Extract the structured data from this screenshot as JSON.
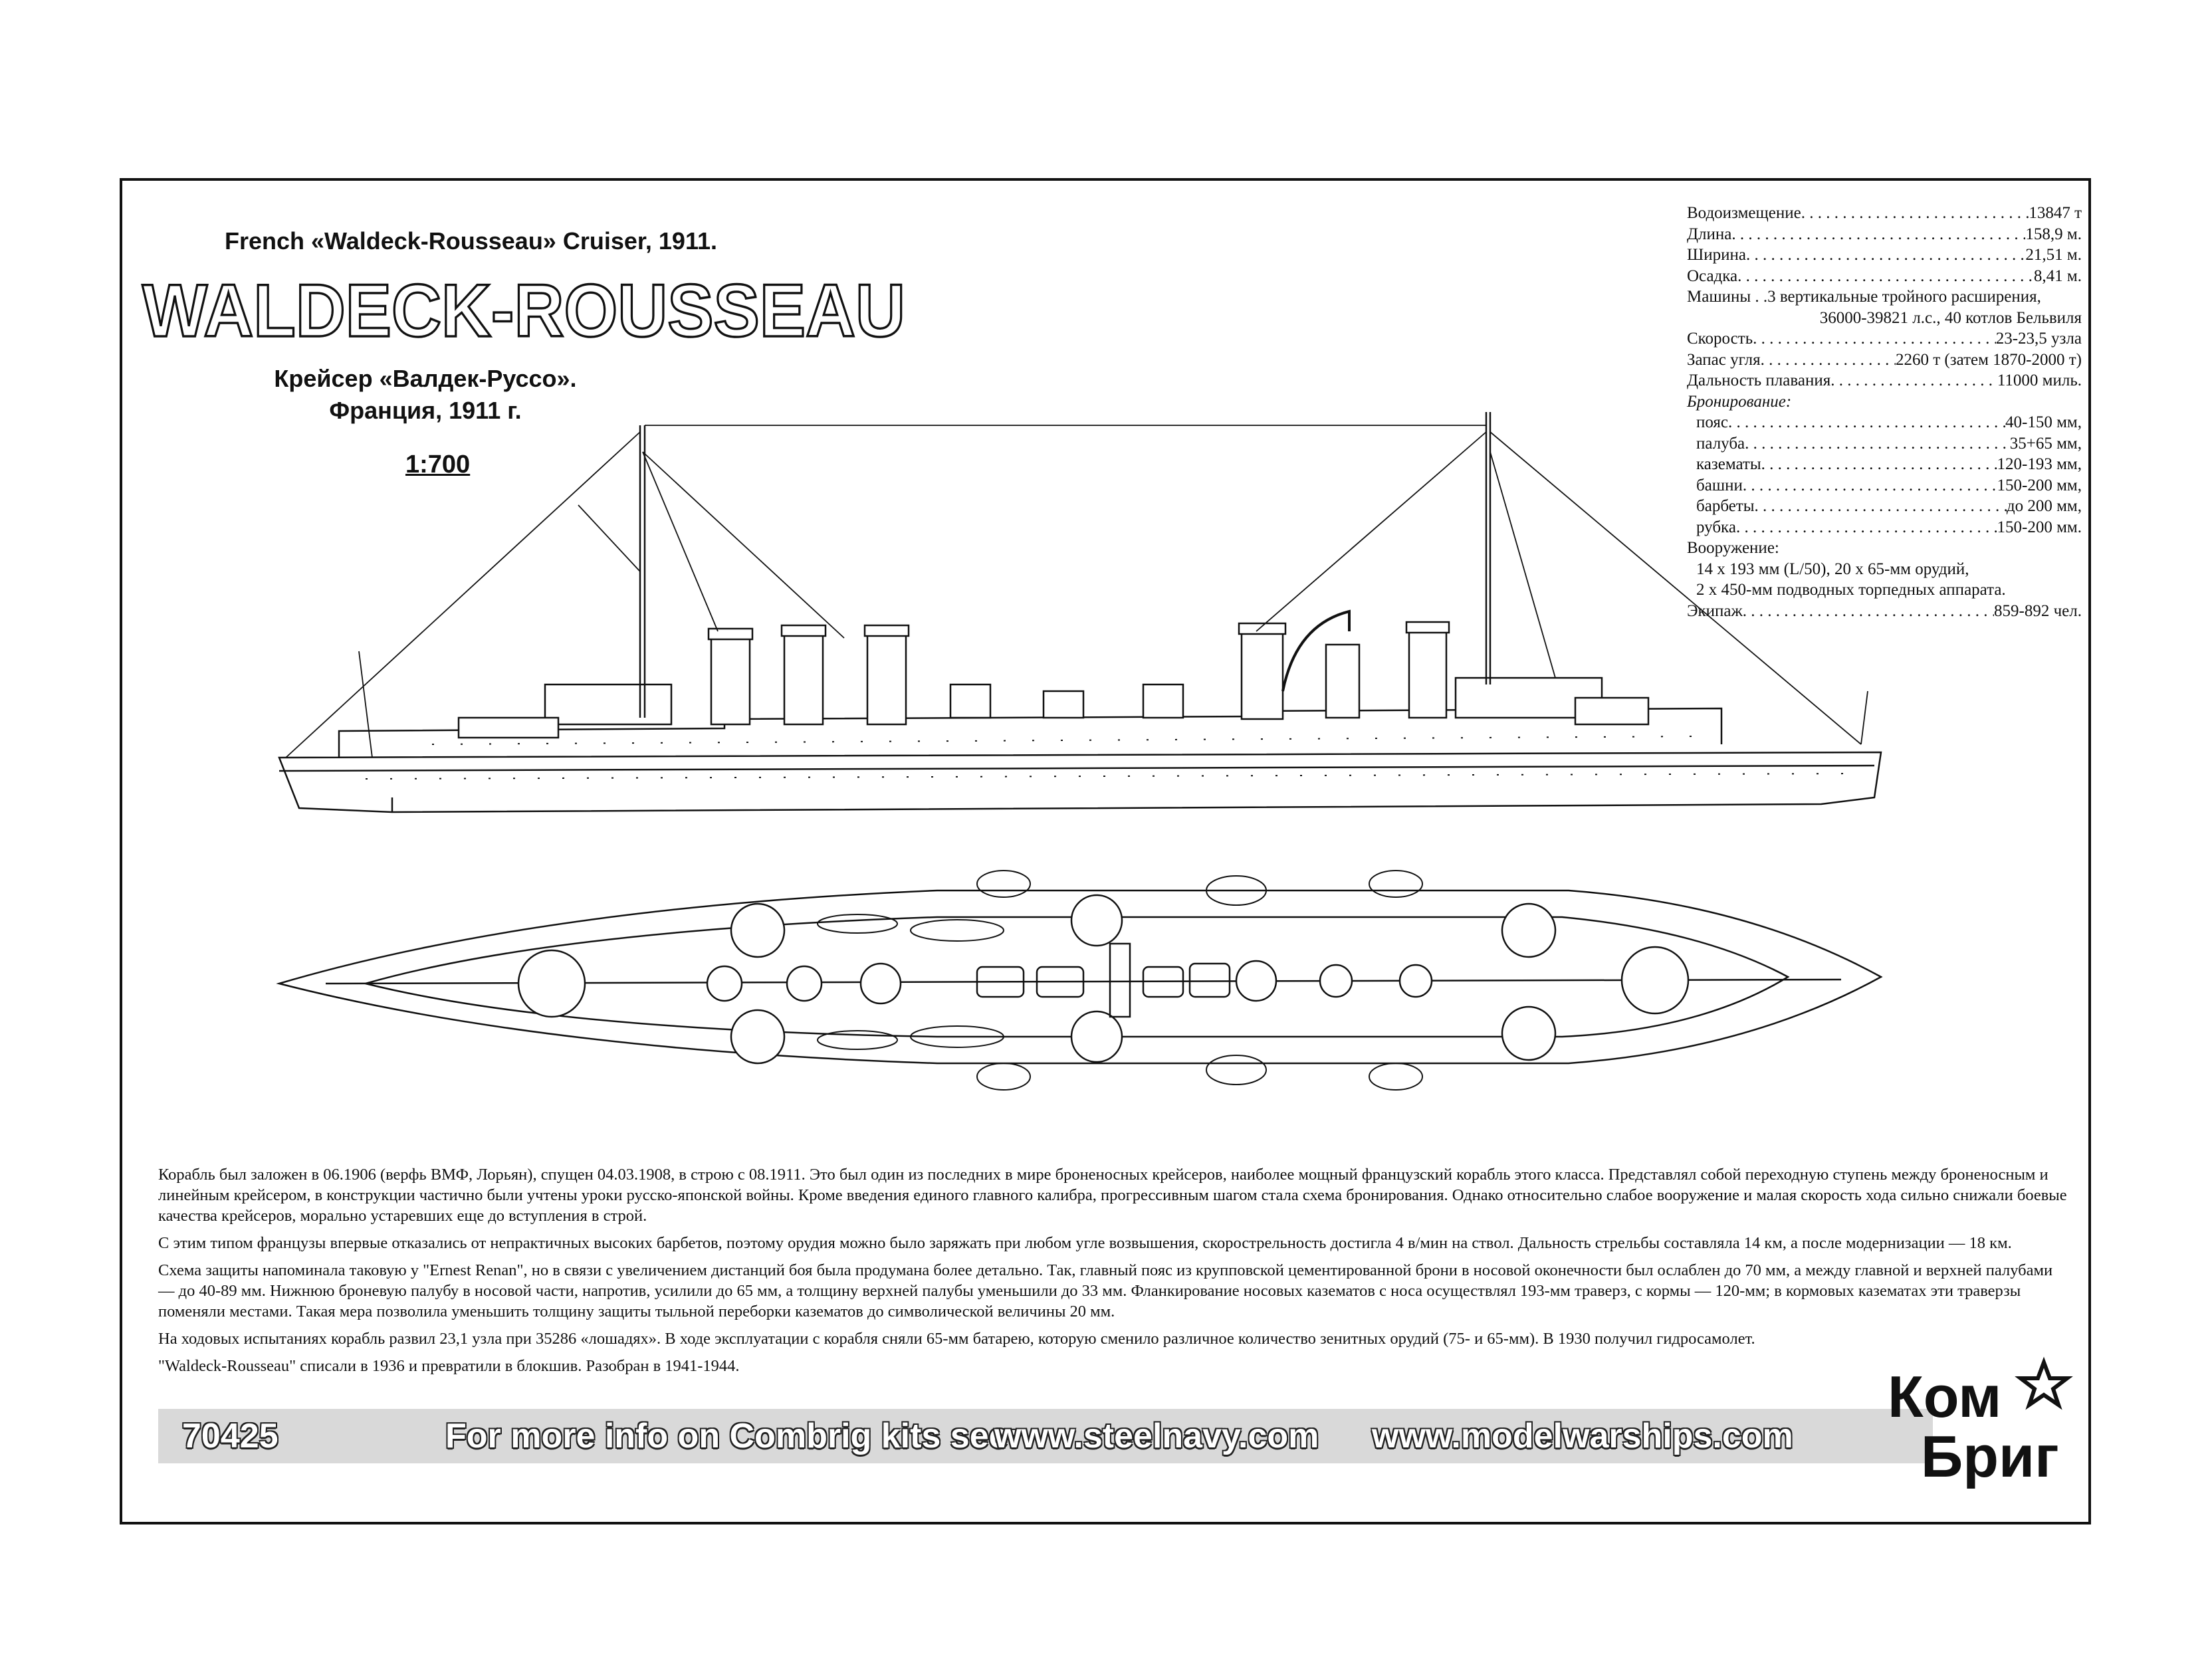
{
  "header": {
    "english_title": "French «Waldeck-Rousseau» Cruiser, 1911.",
    "ship_name": "WALDECK-ROUSSEAU",
    "russian_title_line1": "Крейсер «Валдек-Руссо».",
    "russian_title_line2": "Франция, 1911 г.",
    "scale": "1:700"
  },
  "specs": {
    "displacement": {
      "label": "Водоизмещение",
      "value": "13847 т"
    },
    "length": {
      "label": "Длина",
      "value": "158,9 м."
    },
    "beam": {
      "label": "Ширина",
      "value": "21,51 м."
    },
    "draft": {
      "label": "Осадка",
      "value": "8,41 м."
    },
    "machinery": {
      "label": "Машины",
      "value": "3 вертикальные тройного расширения,",
      "value2": "36000-39821 л.с., 40 котлов Бельвиля"
    },
    "speed": {
      "label": "Скорость",
      "value": "23-23,5 узла"
    },
    "coal": {
      "label": "Запас угля",
      "value": "2260 т (затем 1870-2000 т)"
    },
    "range": {
      "label": "Дальность плавания",
      "value": "11000 миль."
    },
    "armour_heading": "Бронирование:",
    "armour": [
      {
        "label": "пояс",
        "value": "40-150 мм,"
      },
      {
        "label": "палуба",
        "value": "35+65 мм,"
      },
      {
        "label": "казематы",
        "value": "120-193 мм,"
      },
      {
        "label": "башни",
        "value": "150-200 мм,"
      },
      {
        "label": "барбеты",
        "value": "до 200 мм,"
      },
      {
        "label": "рубка",
        "value": "150-200 мм."
      }
    ],
    "armament_heading": "Вооружение:",
    "armament_line1": "14 х 193 мм (L/50), 20 х 65-мм орудий,",
    "armament_line2": "2 х 450-мм подводных торпедных аппарата.",
    "crew": {
      "label": "Экипаж",
      "value": "859-892 чел."
    }
  },
  "description": {
    "p1": "Корабль был заложен в 06.1906 (верфь ВМФ, Лорьян), спущен 04.03.1908, в строю с 08.1911. Это был один из последних в мире броненосных крейсеров, наиболее мощный французский корабль этого класса. Представлял собой переходную ступень между броненосным и линейным крейсером, в конструкции частично были учтены уроки русско-японской войны. Кроме введения единого главного калибра, прогрессивным шагом стала схема бронирования. Однако относительно слабое вооружение и малая скорость хода сильно снижали боевые качества крейсеров, морально устаревших еще до вступления в строй.",
    "p2": "С этим типом французы впервые отказались от непрактичных высоких барбетов, поэтому орудия можно было заряжать при любом угле возвышения, скорострельность достигла 4 в/мин на ствол. Дальность стрельбы составляла 14 км, а после модернизации — 18 км.",
    "p3": "Схема защиты напоминала таковую у \"Ernest Renan\", но в связи с увеличением дистанций боя была продумана более детально. Так, главный пояс из крупповской цементированной брони в носовой оконечности был ослаблен до 70 мм, а между главной и верхней палубами — до 40-89 мм. Нижнюю броневую палубу в носовой части, напротив, усилили до 65 мм, а толщину верхней палубы уменьшили до 33 мм. Фланкирование носовых казематов с носа осуществлял 193-мм траверз, с кормы — 120-мм; в кормовых казематах эти траверзы поменяли местами. Такая мера позволила уменьшить толщину защиты тыльной переборки казематов до символической величины 20 мм.",
    "p4": "На ходовых испытаниях корабль развил 23,1 узла при 35286 «лошадях». В ходе эксплуатации с корабля сняли 65-мм батарею, которую сменило различное количество зенитных орудий (75- и 65-мм). В 1930 получил гидросамолет.",
    "p5": "\"Waldeck-Rousseau\" списали в 1936 и превратили в блокшив. Разобран в 1941-1944."
  },
  "banner": {
    "kit_number": "70425",
    "info_text": "For more info on Combrig kits see:",
    "url1": "www.steelnavy.com",
    "url2": "www.modelwarships.com"
  },
  "logo": {
    "line1": "Ком",
    "line2": "Бриг"
  }
}
